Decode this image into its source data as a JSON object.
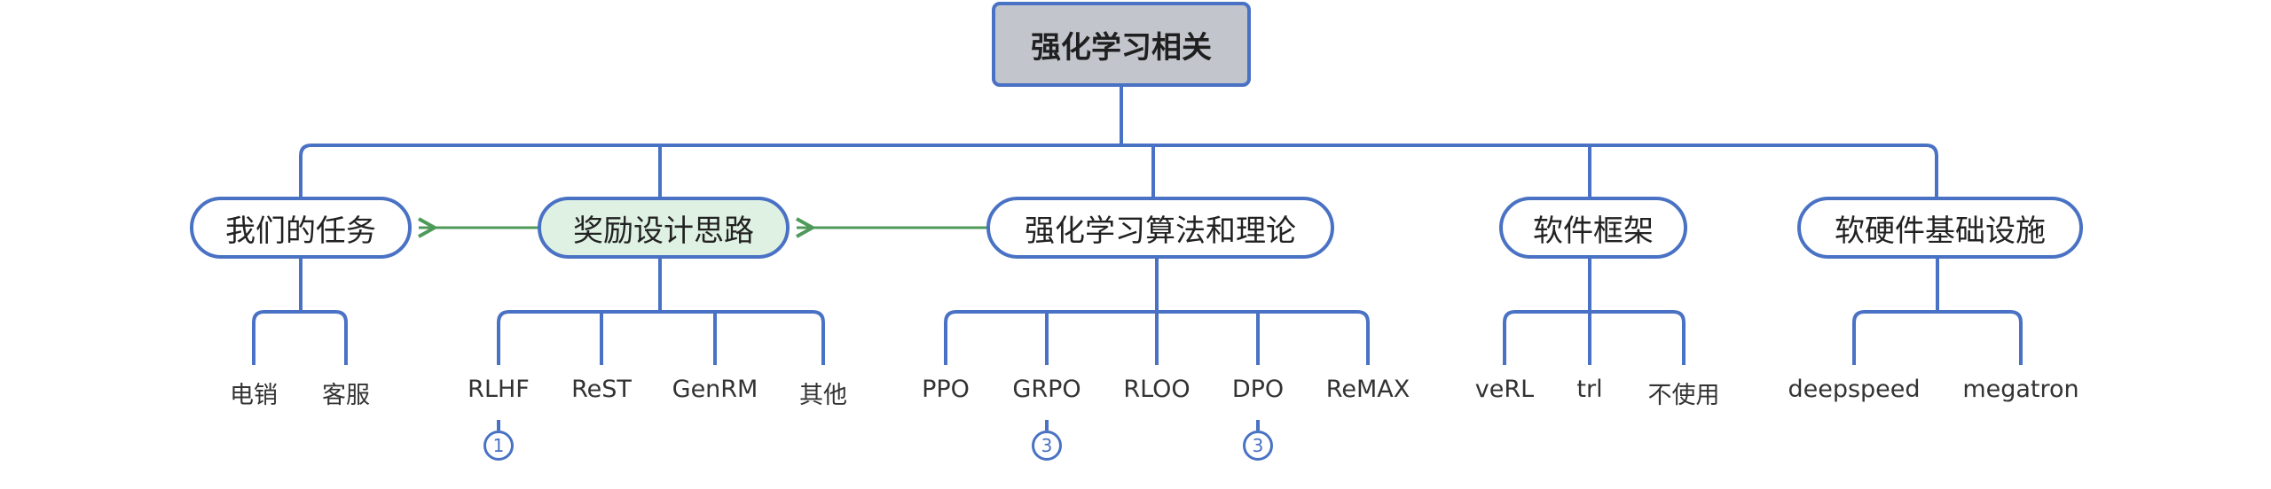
{
  "root": {
    "label": "强化学习相关"
  },
  "branches": [
    {
      "label": "我们的任务",
      "children": [
        "电销",
        "客服"
      ]
    },
    {
      "label": "奖励设计思路",
      "children": [
        "RLHF",
        "ReST",
        "GenRM",
        "其他"
      ]
    },
    {
      "label": "强化学习算法和理论",
      "children": [
        "PPO",
        "GRPO",
        "RLOO",
        "DPO",
        "ReMAX"
      ]
    },
    {
      "label": "软件框架",
      "children": [
        "veRL",
        "trl",
        "不使用"
      ]
    },
    {
      "label": "软硬件基础设施",
      "children": [
        "deepspeed",
        "megatron"
      ]
    }
  ],
  "badges": [
    {
      "leaf": "RLHF",
      "count": "1"
    },
    {
      "leaf": "GRPO",
      "count": "3"
    },
    {
      "leaf": "DPO",
      "count": "3"
    }
  ],
  "relationships": [
    {
      "from": "强化学习算法和理论",
      "to": "奖励设计思路"
    },
    {
      "from": "奖励设计思路",
      "to": "我们的任务"
    }
  ],
  "colors": {
    "connector": "#4a72c4",
    "relationship": "#4f9a5a",
    "root_fill": "#c2c5cc",
    "highlight_fill": "#dff1e3"
  }
}
